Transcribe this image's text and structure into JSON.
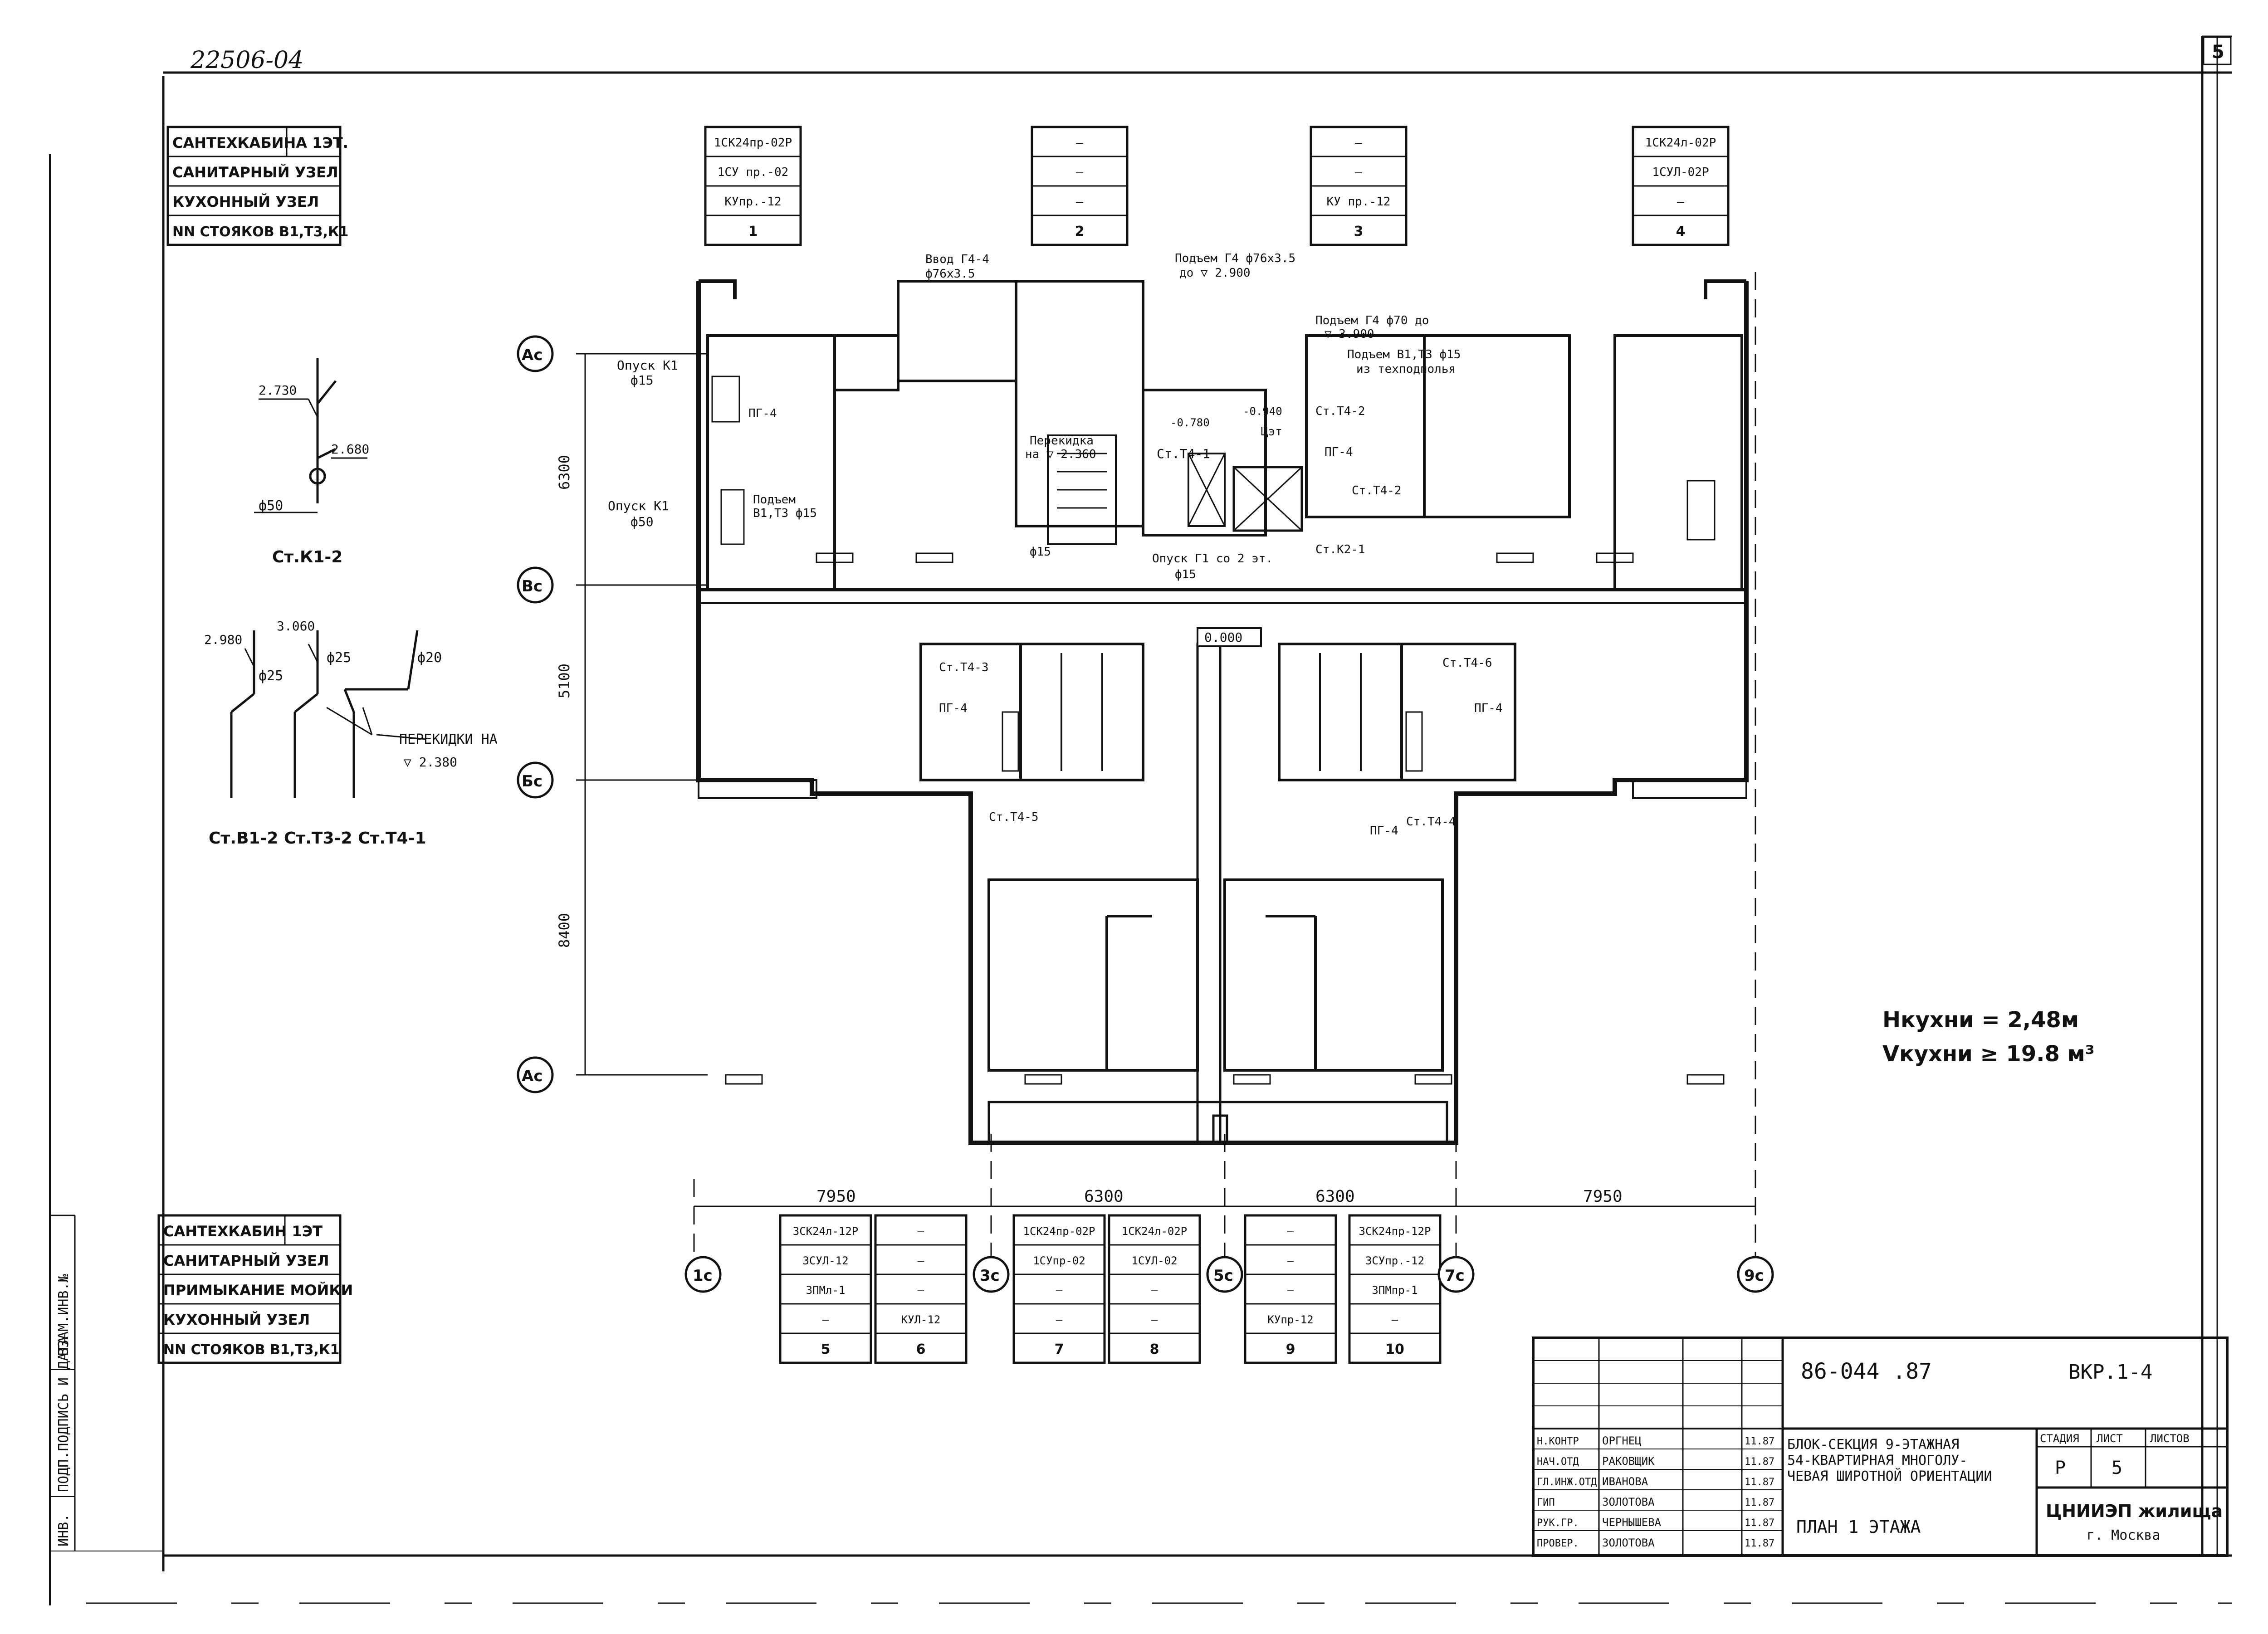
{
  "sheet": {
    "code_handwritten": "22506-04",
    "corner_number": "5"
  },
  "top_legend": {
    "rows": [
      "САНТЕХКАБИНА 1ЭТ.",
      "САНИТАРНЫЙ УЗЕЛ",
      "КУХОННЫЙ УЗЕЛ",
      "NN СТОЯКОВ В1,Т3,К1"
    ]
  },
  "top_boxes": [
    {
      "rows": [
        "1СК24пр-02Р",
        "1СУ пр.-02",
        "КУпр.-12"
      ],
      "num": "1"
    },
    {
      "rows": [
        "—",
        "—",
        "—"
      ],
      "num": "2"
    },
    {
      "rows": [
        "—",
        "—",
        "КУ пр.-12"
      ],
      "num": "3"
    },
    {
      "rows": [
        "1СК24л-02Р",
        "1СУЛ-02Р",
        "—"
      ],
      "num": "4"
    }
  ],
  "bottom_legend": {
    "rows": [
      "САНТЕХКАБИН 1ЭТ",
      "САНИТАРНЫЙ УЗЕЛ",
      "ПРИМЫКАНИЕ МОЙКИ",
      "КУХОННЫЙ УЗЕЛ",
      "NN СТОЯКОВ В1,Т3,К1"
    ]
  },
  "bottom_boxes": [
    {
      "rows": [
        "3СК24л-12Р",
        "3СУЛ-12",
        "3ПМл-1",
        "—"
      ],
      "num": "5"
    },
    {
      "rows": [
        "—",
        "—",
        "—",
        "КУЛ-12"
      ],
      "num": "6"
    },
    {
      "rows": [
        "1СК24пр-02Р",
        "1СУпр-02",
        "—",
        "—"
      ],
      "num": "7"
    },
    {
      "rows": [
        "1СК24л-02Р",
        "1СУЛ-02",
        "—",
        "—"
      ],
      "num": "8"
    },
    {
      "rows": [
        "—",
        "—",
        "—",
        "КУпр-12"
      ],
      "num": "9"
    },
    {
      "rows": [
        "3СК24пр-12Р",
        "3СУпр.-12",
        "3ПМпр-1",
        "—"
      ],
      "num": "10"
    }
  ],
  "axes_rows": [
    "Ас",
    "Вс",
    "Бс",
    "Ас"
  ],
  "axes_cols": [
    "1с",
    "3с",
    "5с",
    "7с",
    "9с"
  ],
  "dims_vertical": [
    "6300",
    "5100",
    "8400"
  ],
  "dims_horizontal": [
    "7950",
    "6300",
    "6300",
    "7950"
  ],
  "riser_labels": {
    "k1_2": "Ст.К1-2",
    "group": "Ст.В1-2 Ст.Т3-2 Ст.Т4-1",
    "l_2730": "2.730",
    "l_2680": "2.680",
    "l_d50": "ф50",
    "l_2980": "2.980",
    "l_3060": "3.060",
    "l_d25a": "ф25",
    "l_d25b": "ф25",
    "l_d20": "ф20",
    "perekidka": "ПЕРЕКИДКИ НА",
    "perekidka_lvl": "▽ 2.380"
  },
  "plan_notes": {
    "vvod": "Ввод Г4-4",
    "vvod_d": "ф76х3.5",
    "podem1": "Подъем Г4 ф76х3.5",
    "podem1b": "до ▽ 2.900",
    "podem2": "Подъем Г4 ф70 до",
    "podem2b": "▽ 3.900",
    "podem3": "Подъем В1,Т3 ф15",
    "podem3b": "из техподполья",
    "opusk_k1": "Опуск К1",
    "opusk_k1d": "ф50",
    "opusk_k1b": "Опуск К1",
    "opusk_k1bd": "ф15",
    "podem_v1": "Подъем",
    "podem_v1b": "В1,Т3 ф15",
    "perekidka_na": "Перекидка",
    "perekidka_lvl": "на ▽ 2.360",
    "st_t4_1": "Ст.Т4-1",
    "opusk_g1": "Опуск Г1 со 2 эт.",
    "opusk_g1d": "ф15",
    "st_t4_2": "Ст.Т4-2",
    "st_t4_2b": "Ст.Т4-2",
    "st_k2_1": "Ст.К2-1",
    "zero": "0.000",
    "st_t4_3": "Ст.Т4-3",
    "st_t4_5": "Ст.Т4-5",
    "st_t4_6": "Ст.Т4-6",
    "st_t4_4": "Ст.Т4-4",
    "pg4": "ПГ-4",
    "h_0780": "-0.780",
    "h_0940": "-0.940",
    "shch": "Щэт",
    "d15": "ф15"
  },
  "kitchen_notes": {
    "h": "Нкухни = 2,48м",
    "v": "Vкухни ≥ 19.8 м³"
  },
  "stamp": {
    "doc_code": "86-044 .87",
    "sheet_code": "ВКР.1-4",
    "title1": "БЛОК-СЕКЦИЯ 9-ЭТАЖНАЯ",
    "title2": "54-КВАРТИРНАЯ МНОГОЛУ-",
    "title3": "ЧЕВАЯ ШИРОТНОЙ ОРИЕНТАЦИИ",
    "sheet_title": "ПЛАН 1 ЭТАЖА",
    "stage_h": "СТАДИЯ",
    "list_h": "ЛИСТ",
    "lists_h": "ЛИСТОВ",
    "stage": "Р",
    "list": "5",
    "org1": "ЦНИИЭП жилища",
    "org2": "г. Москва",
    "people": [
      {
        "role": "Н.КОНТР",
        "name": "ОРГНЕЦ",
        "date": "11.87"
      },
      {
        "role": "НАЧ.ОТД",
        "name": "РАКОВЩИК",
        "date": "11.87"
      },
      {
        "role": "ГЛ.ИНЖ.ОТД",
        "name": "ИВАНОВА",
        "date": "11.87"
      },
      {
        "role": "ГИП",
        "name": "ЗОЛОТОВА",
        "date": "11.87"
      },
      {
        "role": "РУК.ГР.",
        "name": "ЧЕРНЫШЕВА",
        "date": "11.87"
      },
      {
        "role": "ПРОВЕР.",
        "name": "ЗОЛОТОВА",
        "date": "11.87"
      }
    ]
  },
  "side_strip": {
    "vzam": "ВЗАМ.ИНВ.№",
    "podp": "ПОДП.ПОДПИСЬ И ДАТА",
    "inv": "ИНВ."
  }
}
